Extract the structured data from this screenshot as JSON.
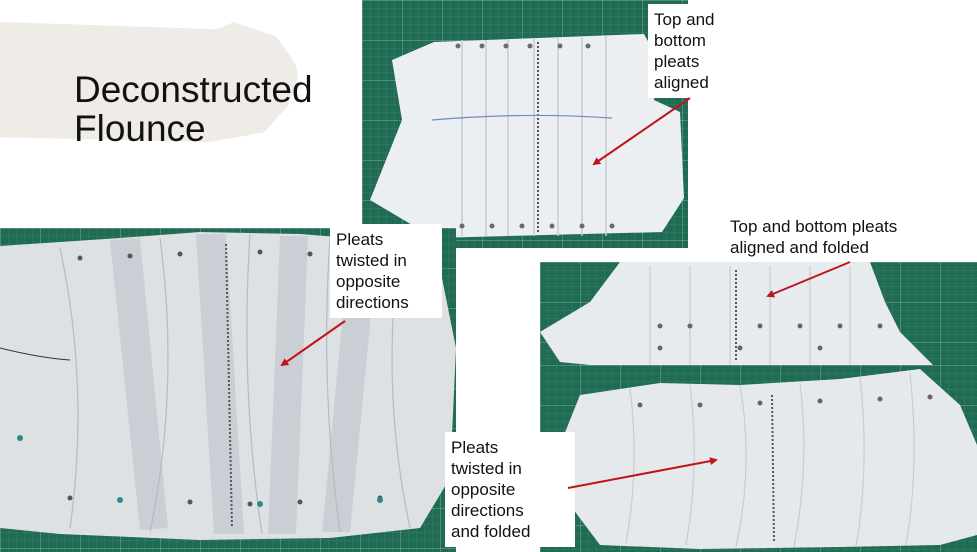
{
  "slide": {
    "title_line1": "Deconstructed",
    "title_line2": "Flounce"
  },
  "annotations": {
    "top": "Top and\nbottom\npleats\naligned",
    "left": "Pleats\ntwisted in\nopposite\ndirections",
    "right": "Top and bottom pleats\naligned and folded",
    "bottom": "Pleats\ntwisted in\nopposite\ndirections\nand folded"
  },
  "colors": {
    "mat_green": "#1f6b54",
    "paper": "#e9ecee",
    "arrow": "#c0141b",
    "brush": "#efebe6"
  }
}
